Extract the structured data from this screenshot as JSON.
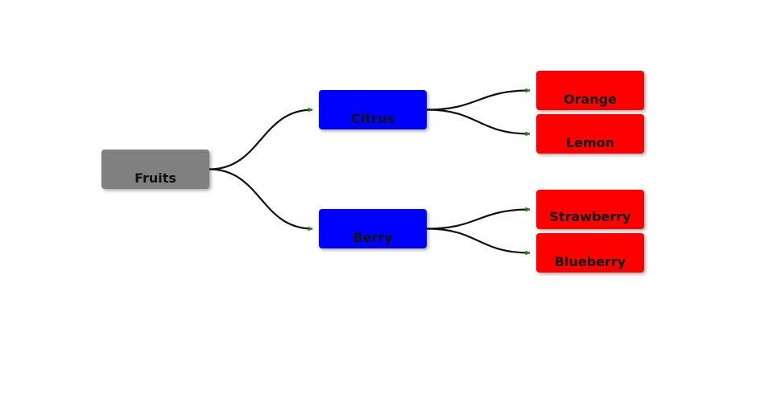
{
  "diagram": {
    "type": "tree",
    "colors": {
      "root": "#808080",
      "category": "#0000ff",
      "leaf": "#ff0000",
      "edge": "#111111",
      "arrowhead": "#1a8a10"
    },
    "nodes": [
      {
        "id": "fruits",
        "label": "Fruits",
        "level": "root"
      },
      {
        "id": "citrus",
        "label": "Citrus",
        "level": "category"
      },
      {
        "id": "berry",
        "label": "Berry",
        "level": "category"
      },
      {
        "id": "orange",
        "label": "Orange",
        "level": "leaf"
      },
      {
        "id": "lemon",
        "label": "Lemon",
        "level": "leaf"
      },
      {
        "id": "strawberry",
        "label": "Strawberry",
        "level": "leaf"
      },
      {
        "id": "blueberry",
        "label": "Blueberry",
        "level": "leaf"
      }
    ],
    "edges": [
      {
        "from": "fruits",
        "to": "citrus"
      },
      {
        "from": "fruits",
        "to": "berry"
      },
      {
        "from": "citrus",
        "to": "orange"
      },
      {
        "from": "citrus",
        "to": "lemon"
      },
      {
        "from": "berry",
        "to": "strawberry"
      },
      {
        "from": "berry",
        "to": "blueberry"
      }
    ]
  }
}
